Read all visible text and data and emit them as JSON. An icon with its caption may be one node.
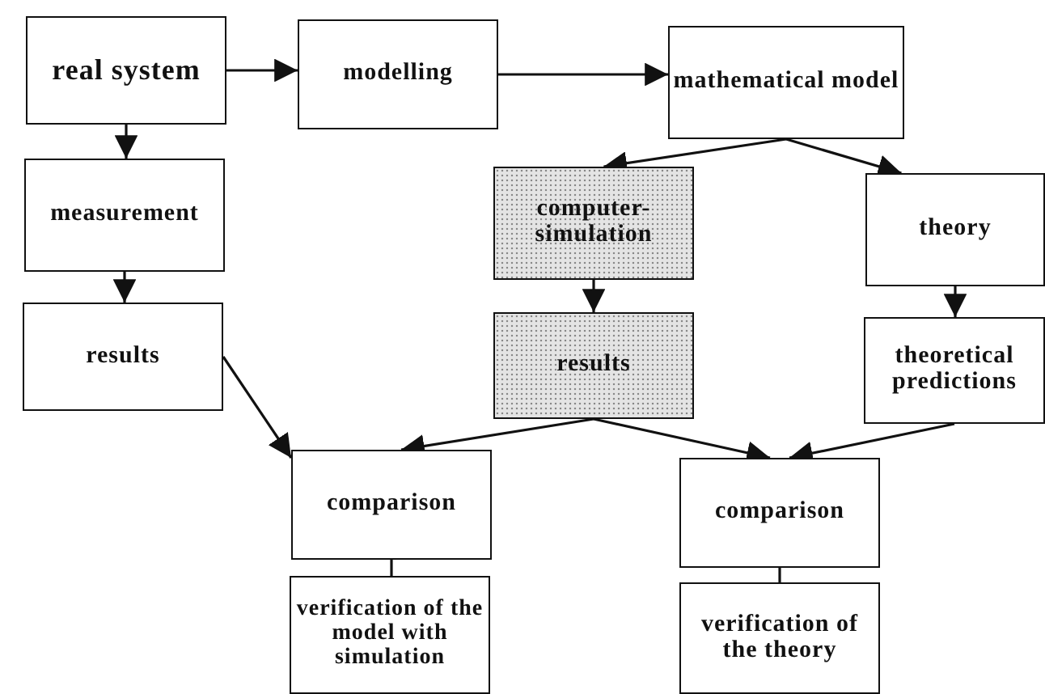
{
  "diagram": {
    "nodes": [
      {
        "text": [
          "real system"
        ]
      },
      {
        "text": [
          "modelling"
        ]
      },
      {
        "text": [
          "mathematical model"
        ]
      },
      {
        "text": [
          "measurement"
        ]
      },
      {
        "text": [
          "computer-simulation"
        ]
      },
      {
        "text": [
          "theory"
        ]
      },
      {
        "text": [
          "results"
        ]
      },
      {
        "text": [
          "results"
        ]
      },
      {
        "text": [
          "theoretical predictions"
        ]
      },
      {
        "text": [
          "comparison"
        ]
      },
      {
        "text": [
          "comparison"
        ]
      },
      {
        "text": [
          "verification of the model with simulation"
        ]
      },
      {
        "text": [
          "verification of the theory"
        ]
      }
    ],
    "edges": [
      {
        "from": 0,
        "to": 1,
        "arrow": "to"
      },
      {
        "from": 1,
        "to": 2,
        "arrow": "to"
      },
      {
        "from": 0,
        "to": 3,
        "arrow": "to"
      },
      {
        "from": 2,
        "to": 4,
        "arrow": "to"
      },
      {
        "from": 2,
        "to": 5,
        "arrow": "to"
      },
      {
        "from": 3,
        "to": 6,
        "arrow": "to"
      },
      {
        "from": 4,
        "to": 7,
        "arrow": "to"
      },
      {
        "from": 5,
        "to": 8,
        "arrow": "to"
      },
      {
        "from": 6,
        "to": 9,
        "arrow": "to"
      },
      {
        "from": 7,
        "to": 9,
        "arrow": "to"
      },
      {
        "from": 7,
        "to": 10,
        "arrow": "to"
      },
      {
        "from": 8,
        "to": 10,
        "arrow": "to"
      },
      {
        "from": 9,
        "to": 11,
        "arrow": "none"
      },
      {
        "from": 10,
        "to": 12,
        "arrow": "none"
      }
    ]
  }
}
